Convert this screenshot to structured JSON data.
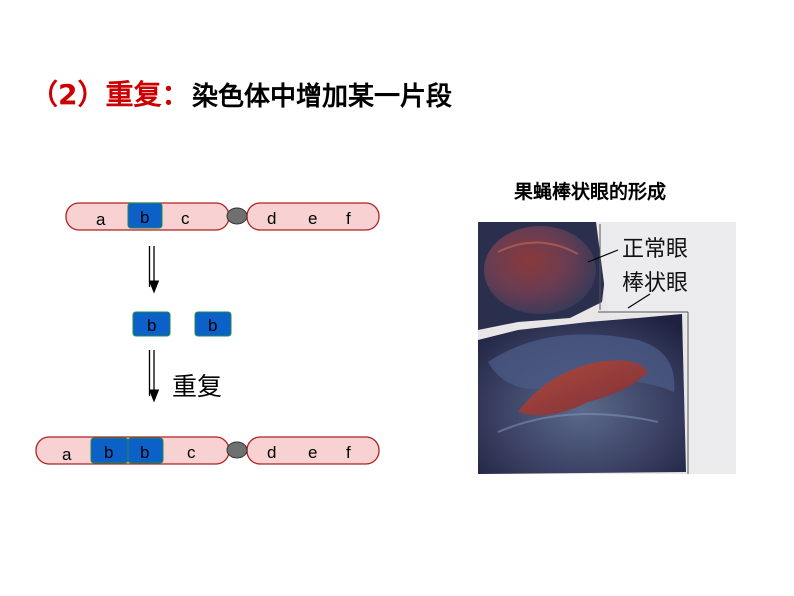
{
  "heading": {
    "number_and_term": "（2）重复：",
    "definition": "染色体中增加某一片段"
  },
  "diagram": {
    "chromosome_top": {
      "genes": [
        "a",
        "b",
        "c",
        "d",
        "e",
        "f"
      ]
    },
    "fragments": [
      "b",
      "b"
    ],
    "arrow_label": "重复",
    "chromosome_bottom": {
      "genes": [
        "a",
        "b",
        "b",
        "c",
        "d",
        "e",
        "f"
      ]
    }
  },
  "photo": {
    "caption": "果蝇棒状眼的形成",
    "label_normal": "正常眼",
    "label_bar": "棒状眼"
  },
  "colors": {
    "title_red": "#cc0000",
    "chromosome_fill": "#f8d2d2",
    "gene_box_blue": "#0b61c8",
    "centromere": "#707070"
  }
}
